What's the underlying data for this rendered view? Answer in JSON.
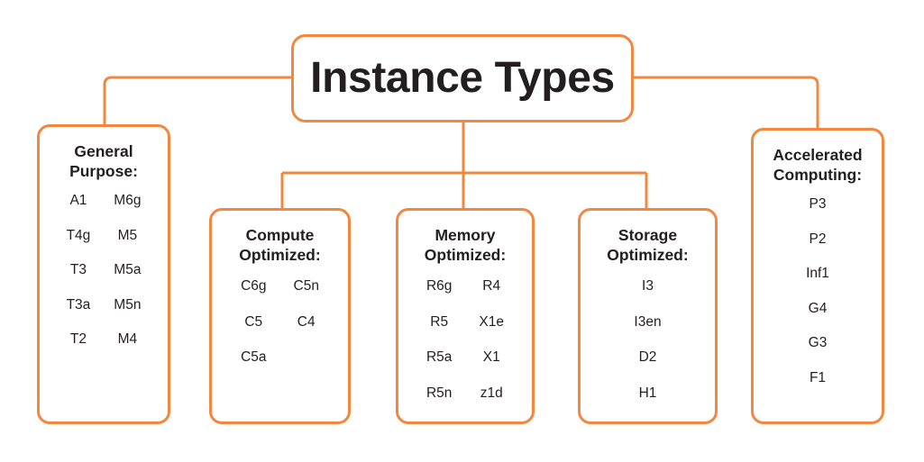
{
  "diagram": {
    "accent_color": "#f2873f",
    "text_color": "#231f20",
    "background_color": "#ffffff",
    "root": {
      "title": "Instance Types"
    },
    "categories": [
      {
        "id": "general",
        "title": "General\nPurpose:",
        "columns": [
          [
            "A1",
            "T4g",
            "T3",
            "T3a",
            "T2"
          ],
          [
            "M6g",
            "M5",
            "M5a",
            "M5n",
            "M4"
          ]
        ]
      },
      {
        "id": "compute",
        "title": "Compute\nOptimized:",
        "columns": [
          [
            "C6g",
            "C5",
            "C5a"
          ],
          [
            "C5n",
            "C4"
          ]
        ]
      },
      {
        "id": "memory",
        "title": "Memory\nOptimized:",
        "columns": [
          [
            "R6g",
            "R5",
            "R5a",
            "R5n"
          ],
          [
            "R4",
            "X1e",
            "X1",
            "z1d"
          ]
        ]
      },
      {
        "id": "storage",
        "title": "Storage\nOptimized:",
        "columns": [
          [
            "I3",
            "I3en",
            "D2",
            "H1"
          ]
        ]
      },
      {
        "id": "accel",
        "title": "Accelerated\nComputing:",
        "columns": [
          [
            "P3",
            "P2",
            "Inf1",
            "G4",
            "G3",
            "F1"
          ]
        ]
      }
    ]
  }
}
